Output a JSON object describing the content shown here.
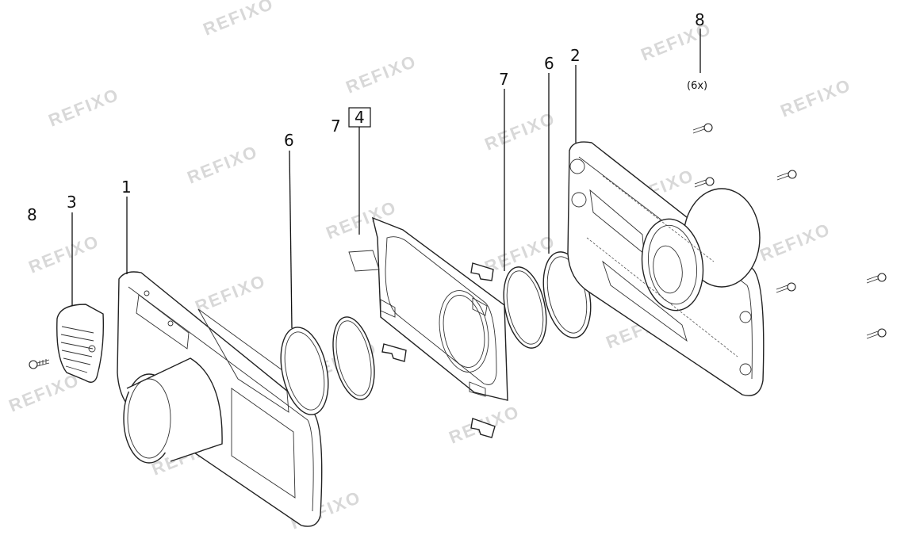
{
  "watermark": "REFIXO",
  "callouts": {
    "part_1": "1",
    "part_2": "2",
    "part_3": "3",
    "part_4": "4",
    "part_6_left": "6",
    "part_6_right": "6",
    "part_7_left": "7",
    "part_7_right": "7",
    "part_8_left": "8",
    "part_8_right": "8",
    "part_8_qty": "(6x)"
  }
}
